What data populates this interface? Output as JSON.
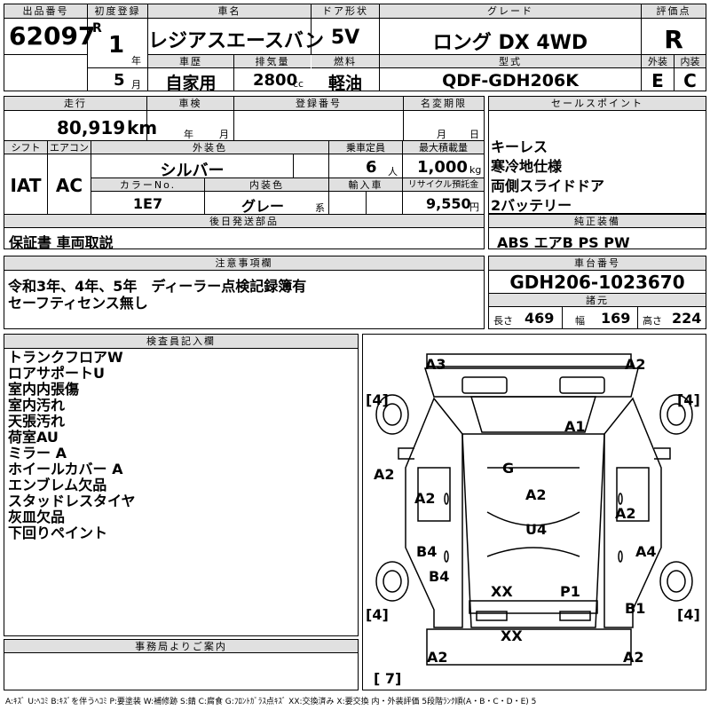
{
  "header": {
    "lot_label": "出品番号",
    "lot_number": "62097",
    "first_reg_label": "初度登録",
    "era": "R",
    "reg_year": "1",
    "year_unit": "年",
    "reg_month": "5",
    "month_unit": "月",
    "car_name_label": "車名",
    "car_name": "レジアスエースバン",
    "door_label": "ドア形状",
    "door": "5V",
    "grade_label": "グレード",
    "grade": "ロング DX 4WD",
    "score_label": "評価点",
    "score": "R",
    "history_label": "車歴",
    "history": "自家用",
    "displacement_label": "排気量",
    "displacement": "2800",
    "displacement_unit": "cc",
    "fuel_label": "燃料",
    "fuel": "軽油",
    "model_code_label": "型式",
    "model_code": "QDF-GDH206K",
    "exterior_label": "外装",
    "exterior": "E",
    "interior_label": "内装",
    "interior": "C"
  },
  "row2": {
    "mileage_label": "走行",
    "mileage": "80,919",
    "mileage_unit": "km",
    "inspection_label": "車検",
    "inspection_year_unit": "年",
    "inspection_month_unit": "月",
    "plate_label": "登録番号",
    "name_change_label": "名変期限",
    "name_change_month_unit": "月",
    "name_change_day_unit": "日",
    "shift_label": "シフト",
    "shift": "IAT",
    "ac_label": "エアコン",
    "ac": "AC",
    "color_label": "外装色",
    "color": "シルバー",
    "capacity_label": "乗車定員",
    "capacity": "6",
    "capacity_unit": "人",
    "max_load_label": "最大積載量",
    "max_load": "1,000",
    "max_load_unit": "kg",
    "color_no_label": "カラーNo.",
    "color_no": "1E7",
    "interior_color_label": "内装色",
    "interior_color": "グレー",
    "interior_color_suffix": "系",
    "import_label": "輸入車",
    "recycle_label": "リサイクル預託金",
    "recycle": "9,550",
    "recycle_unit": "円",
    "docs_label": "後日発送部品",
    "docs": "保証書 車両取説"
  },
  "sales": {
    "label": "セールスポイント",
    "points": [
      "キーレス",
      "寒冷地仕様",
      "両側スライドドア",
      "2バッテリー"
    ],
    "equip_label": "純正装備",
    "equip": "ABS エアB PS PW"
  },
  "notice": {
    "label": "注意事項欄",
    "lines": [
      "令和3年、4年、5年　ディーラー点検記録簿有",
      "セーフティセンス無し"
    ]
  },
  "chassis": {
    "label": "車台番号",
    "number": "GDH206-1023670",
    "spec_label": "諸元",
    "length_label": "長さ",
    "length": "469",
    "width_label": "幅",
    "width": "169",
    "height_label": "高さ",
    "height": "224"
  },
  "inspector": {
    "label": "検査員記入欄",
    "notes": [
      "トランクフロアW",
      "ロアサポートU",
      "室内内張傷",
      "室内汚れ",
      "天張汚れ",
      "荷室AU",
      "ミラー A",
      "ホイールカバー A",
      "エンブレム欠品",
      "スタッドレスタイヤ",
      "灰皿欠品",
      "下回りペイント"
    ]
  },
  "office": {
    "label": "事務局よりご案内"
  },
  "diagram": {
    "marks": {
      "a3_top": "A3",
      "a2_top": "A2",
      "tire_fl": "4",
      "tire_fr": "4",
      "a1": "A1",
      "g": "G",
      "a2_left": "A2",
      "a2_lmid": "A2",
      "a2_center": "A2",
      "a2_rmid": "A2",
      "u4": "U4",
      "b4_left": "B4",
      "a4": "A4",
      "b4_lower": "B4",
      "xx_center": "XX",
      "p1": "P1",
      "b1": "B1",
      "tire_rl": "4",
      "tire_rr": "4",
      "xx_rear": "XX",
      "a2_bl": "A2",
      "a2_br": "A2",
      "spare": "7"
    }
  },
  "legend": "A:ｷｽﾞ  U:ﾍｺﾐ  B:ｷｽﾞを伴うﾍｺﾐ  P:要塗装  W:補修跡  S:錆  C:腐食  G:ﾌﾛﾝﾄｶﾞﾗｽ点ｷｽﾞ  XX:交換済み  X:要交換  内・外装評価  5段階ﾗﾝｸ順(A・B・C・D・E) 5"
}
